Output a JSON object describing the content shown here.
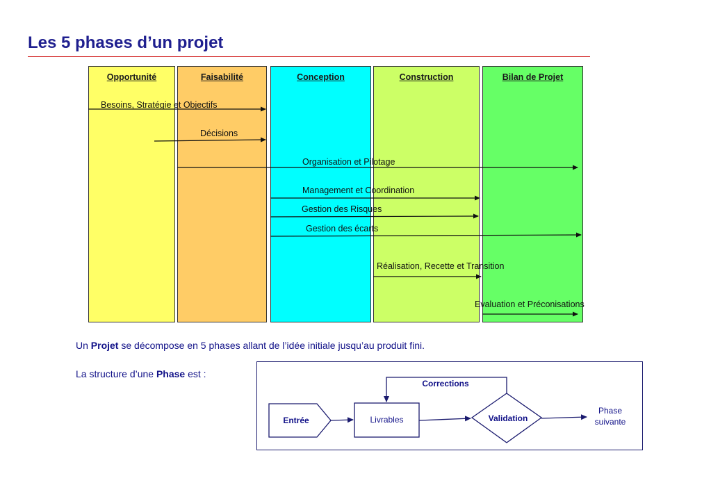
{
  "title": "Les 5 phases d’un projet",
  "phases": [
    {
      "label": "Opportunité",
      "color": "#ffff66"
    },
    {
      "label": "Faisabilité",
      "color": "#ffcc66"
    },
    {
      "label": "Conception",
      "color": "#00ffff"
    },
    {
      "label": "Construction",
      "color": "#ccff66"
    },
    {
      "label": "Bilan de Projet",
      "color": "#66ff66"
    }
  ],
  "activities": [
    {
      "label": "Besoins, Stratégie et Objectifs",
      "from_phase": "Opportunité",
      "to_phase": "Conception"
    },
    {
      "label": "Décisions",
      "from_phase": "Opportunité",
      "to_phase": "Conception"
    },
    {
      "label": "Organisation et Pilotage",
      "from_phase": "Faisabilité",
      "to_phase": "Bilan de Projet"
    },
    {
      "label": "Management et Coordination",
      "from_phase": "Conception",
      "to_phase": "Bilan de Projet"
    },
    {
      "label": "Gestion des Risques",
      "from_phase": "Conception",
      "to_phase": "Bilan de Projet"
    },
    {
      "label": "Gestion des écarts",
      "from_phase": "Conception",
      "to_phase": "Bilan de Projet"
    },
    {
      "label": "Réalisation, Recette et Transition",
      "from_phase": "Construction",
      "to_phase": "Bilan de Projet"
    },
    {
      "label": "Evaluation et Préconisations",
      "from_phase": "Bilan de Projet",
      "to_phase": "Bilan de Projet"
    }
  ],
  "intro": {
    "prefix": "Un ",
    "bold": "Projet",
    "suffix": " se décompose en 5 phases allant de l’idée initiale jusqu’au produit fini."
  },
  "structure_intro": {
    "prefix": "La structure d’une ",
    "bold": "Phase",
    "suffix": " est :"
  },
  "flow": {
    "input": "Entrée",
    "deliverables": "Livrables",
    "validation": "Validation",
    "corrections": "Corrections",
    "next_line1": "Phase",
    "next_line2": "suivante"
  },
  "colors": {
    "title": "#1f1f8f",
    "rule": "#d42a2a",
    "arrow": "#111111",
    "flow_stroke": "#1a1a6e",
    "text_blue": "#111188"
  }
}
